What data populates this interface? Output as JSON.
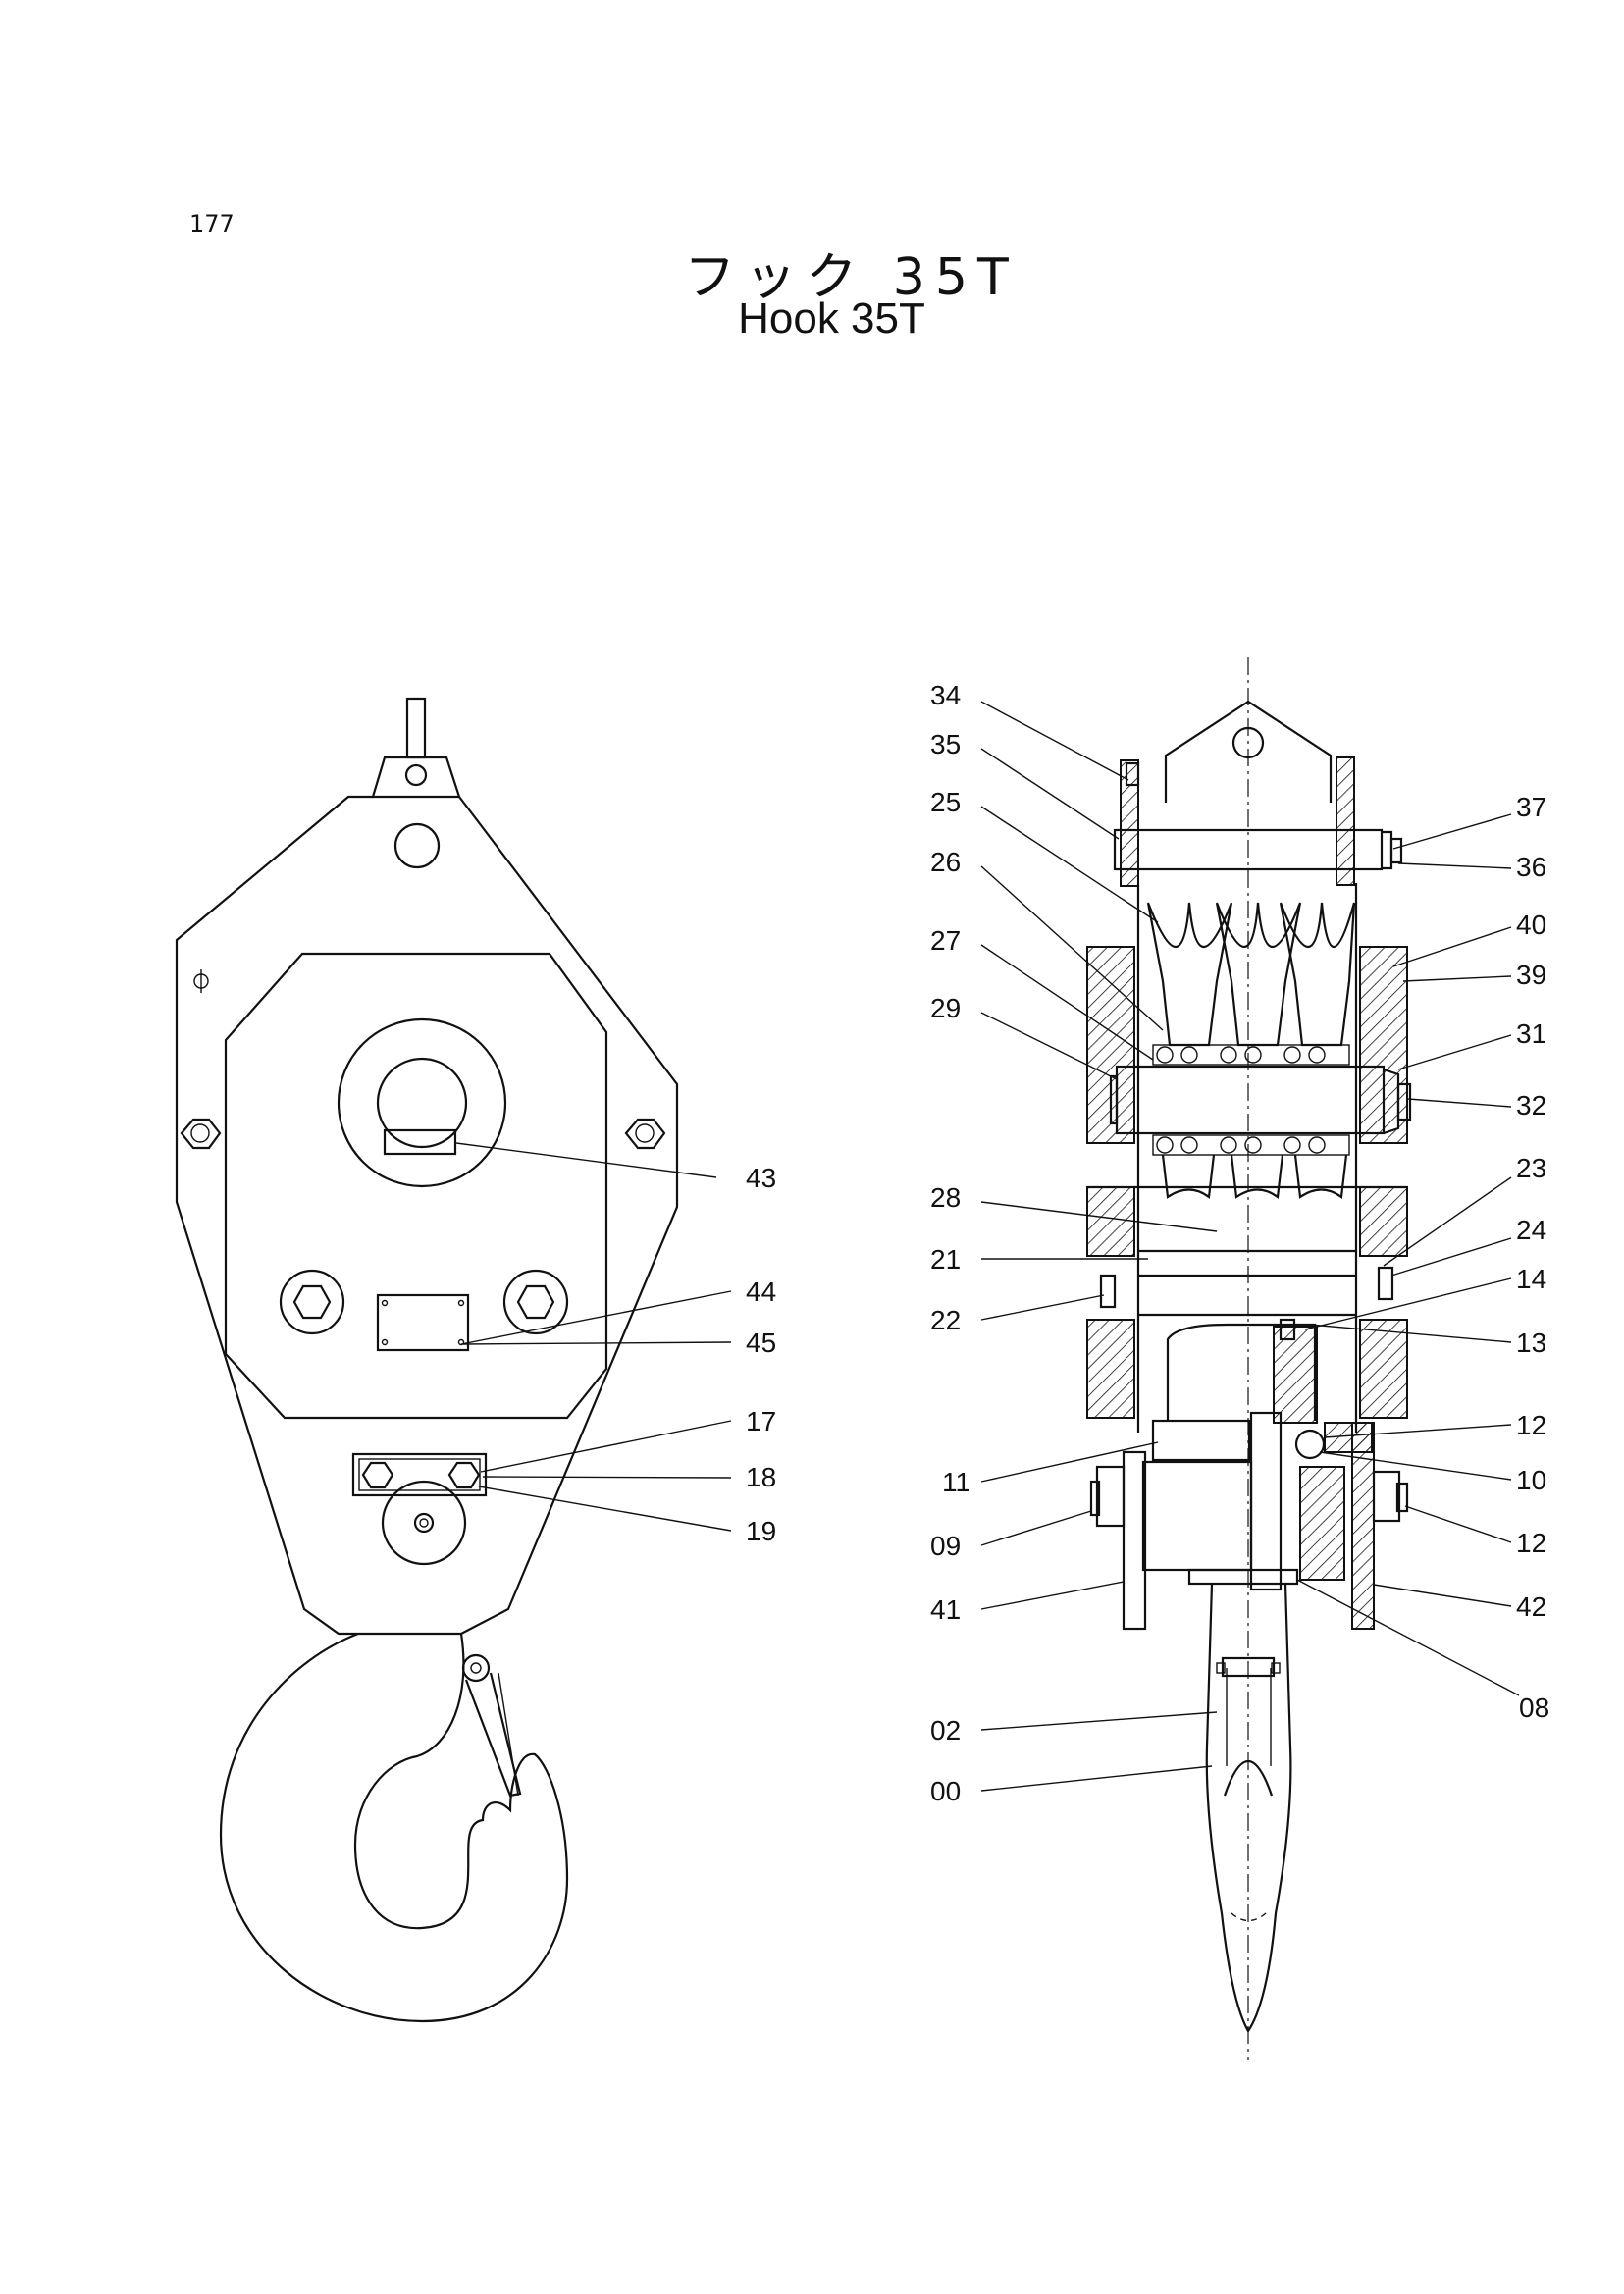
{
  "page": {
    "number": "177"
  },
  "title": {
    "japanese": "フック 35T",
    "english": "Hook 35T"
  },
  "side_view_labels": [
    "43",
    "44",
    "45",
    "17",
    "18",
    "19"
  ],
  "section_view_labels": [
    "34",
    "35",
    "25",
    "26",
    "27",
    "29",
    "28",
    "21",
    "22",
    "11",
    "09",
    "41",
    "02",
    "00",
    "37",
    "36",
    "40",
    "39",
    "31",
    "32",
    "23",
    "24",
    "14",
    "13",
    "12",
    "10",
    "12",
    "42",
    "08"
  ]
}
